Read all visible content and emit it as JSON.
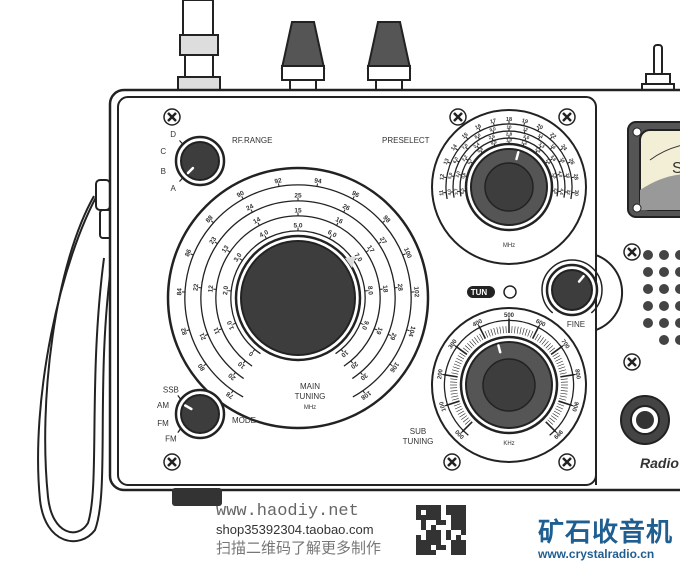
{
  "radio": {
    "rf_range": {
      "label": "RF.RANGE",
      "bands": [
        "D",
        "C",
        "B",
        "A"
      ]
    },
    "mode": {
      "label": "MODE",
      "options": [
        "SSB",
        "AM",
        "FM",
        "FM"
      ]
    },
    "preselect": {
      "label": "PRESELECT",
      "unit": "MHz",
      "scales": [
        [
          "11",
          "12",
          "13",
          "14",
          "15",
          "16",
          "17",
          "18",
          "19",
          "20",
          "22",
          "24",
          "26",
          "28",
          "30"
        ],
        [
          "4.0",
          "5.0",
          "6.0",
          "7.0",
          "8.0",
          "9.0",
          "10",
          "12",
          "14",
          "16",
          "18",
          "20",
          "22"
        ],
        [
          "3.7",
          "2.0",
          "2.2",
          "2.4",
          "2.6",
          "2.8",
          "3.0",
          "3.3",
          "3.6",
          "4.0",
          "4.4"
        ],
        [
          "0.5",
          "0.6",
          "0.7",
          "0.8",
          "0.9",
          "1.0",
          "1.2",
          "1.4",
          "1.6",
          "1.8",
          "2.0"
        ]
      ]
    },
    "main_tuning": {
      "label_line1": "MAIN",
      "label_line2": "TUNING",
      "unit": "MHz",
      "scales": [
        [
          "0",
          "1.0",
          "2.0",
          "3.0",
          "4.0",
          "5.0",
          "6.0",
          "7.0",
          "8.0",
          "9.0",
          "10"
        ],
        [
          "10",
          "11",
          "12",
          "13",
          "14",
          "15",
          "16",
          "17",
          "18",
          "19",
          "20"
        ],
        [
          "20",
          "21",
          "22",
          "23",
          "24",
          "25",
          "26",
          "27",
          "28",
          "29",
          "30"
        ],
        [
          "78",
          "80",
          "82",
          "84",
          "86",
          "88",
          "90",
          "92",
          "94",
          "96",
          "98",
          "100",
          "102",
          "104",
          "106",
          "108"
        ]
      ]
    },
    "tun_indicator": "TUN",
    "fine": {
      "label": "FINE"
    },
    "sub_tuning": {
      "label_line1": "SUB",
      "label_line2": "TUNING",
      "unit": "KHz",
      "scale": [
        "000",
        "100",
        "200",
        "300",
        "400",
        "500",
        "600",
        "700",
        "800",
        "900",
        "999"
      ]
    },
    "meter": {
      "label": "S"
    },
    "logo": "Radio"
  },
  "footer": {
    "site": "www.haodiy.net",
    "shop": "shop35392304.taobao.com",
    "scan_text": "扫描二维码了解更多制作",
    "brand": "矿石收音机",
    "brand_url": "www.crystalradio.cn"
  },
  "colors": {
    "knob": "#3d3d3d",
    "knob_ring": "#555555",
    "line": "#222222",
    "brand": "#1f5e90"
  }
}
